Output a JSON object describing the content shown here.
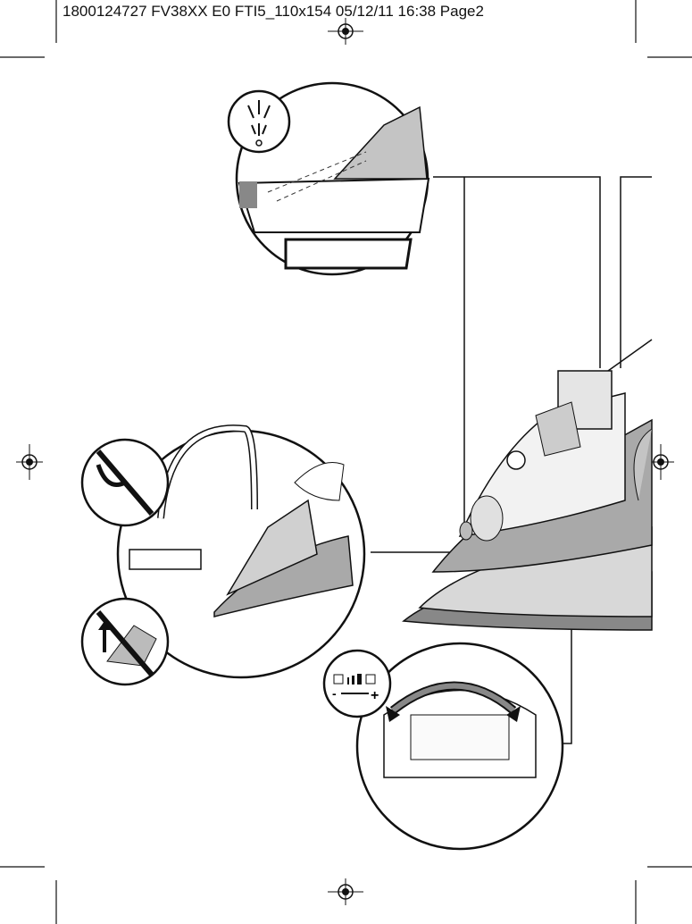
{
  "header": {
    "slug": "1800124727 FV38XX E0 FTI5_110x154  05/12/11  16:38  Page2"
  },
  "illustrations": {
    "spray": "spray-function",
    "cleaning": "water-tank-filling-under-tap",
    "dial": "steam-control-dial",
    "iron": "steam-iron-overview"
  },
  "dial_labels": {
    "minus": "-",
    "plus": "+"
  },
  "colors": {
    "line": "#111111",
    "grey": "#a9a9a9",
    "light_grey": "#d4d4d4",
    "dark_grey": "#6e6e6e"
  }
}
